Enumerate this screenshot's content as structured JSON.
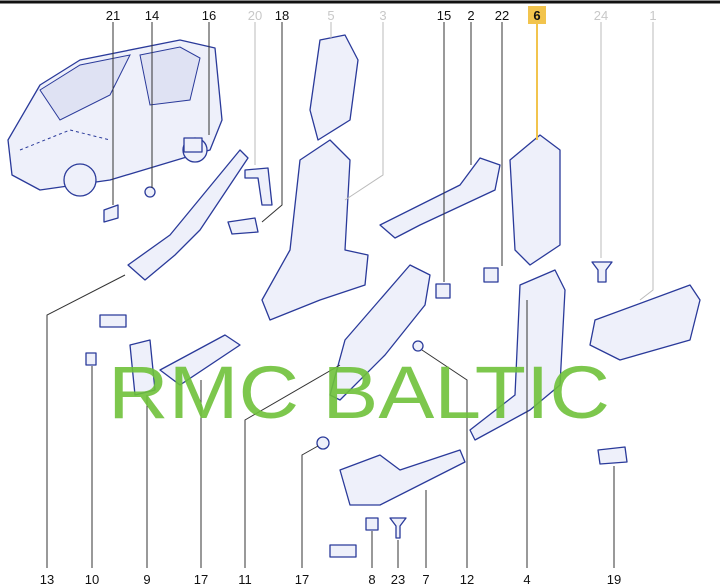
{
  "top_labels": [
    {
      "num": "21",
      "state": "normal"
    },
    {
      "num": "14",
      "state": "normal"
    },
    {
      "num": "16",
      "state": "normal"
    },
    {
      "num": "20",
      "state": "dimmed"
    },
    {
      "num": "18",
      "state": "normal"
    },
    {
      "num": "5",
      "state": "dimmed"
    },
    {
      "num": "3",
      "state": "dimmed"
    },
    {
      "num": "15",
      "state": "normal"
    },
    {
      "num": "2",
      "state": "normal"
    },
    {
      "num": "22",
      "state": "normal"
    },
    {
      "num": "6",
      "state": "highlighted"
    },
    {
      "num": "24",
      "state": "dimmed"
    },
    {
      "num": "1",
      "state": "dimmed"
    }
  ],
  "bottom_labels": [
    "13",
    "10",
    "9",
    "17",
    "11",
    "17",
    "8",
    "23",
    "7",
    "12",
    "4",
    "19"
  ],
  "watermark": "RMC BALTIC",
  "colors": {
    "highlight": "#f2c44d",
    "line_art": "#2a3a9a",
    "watermark": "#6fc23a",
    "dimmed": "#c8c8c8"
  }
}
